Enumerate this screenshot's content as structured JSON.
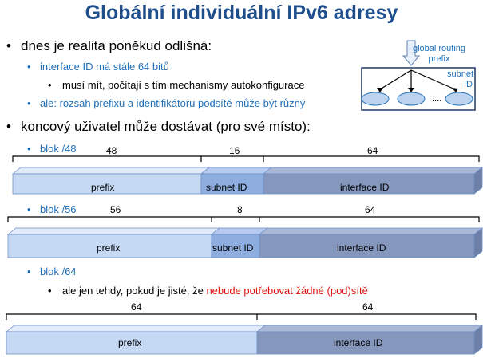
{
  "title": "Globální individuální IPv6 adresy",
  "bullets": {
    "b1": "dnes je realita poněkud odlišná:",
    "b1_1": "interface ID má stále 64 bitů",
    "b1_1_1": "musí mít, počítají s tím mechanismy autokonfigurace",
    "b1_2": "ale: rozsah prefixu a identifikátoru podsítě může být různý",
    "b2": "koncový uživatel může dostávat (pro své místo):",
    "b2_1": "blok /48",
    "b2_2": "blok /56",
    "b2_3": "blok /64",
    "b2_3_1_pre": "ale jen tehdy, pokud je jisté, že ",
    "b2_3_1_red": "nebude potřebovat žádné (pod)sítě"
  },
  "diagram": {
    "global_routing_line1": "global routing",
    "global_routing_line2": "prefix",
    "subnet_line1": "subnet",
    "subnet_line2": "ID",
    "ellipsis": "...."
  },
  "bars": {
    "b48": {
      "n1": "48",
      "n2": "16",
      "n3": "64",
      "s1": "prefix",
      "s2": "subnet ID",
      "s3": "interface ID"
    },
    "b56": {
      "n1": "56",
      "n2": "8",
      "n3": "64",
      "s1": "prefix",
      "s2": "subnet ID",
      "s3": "interface ID"
    },
    "b64": {
      "n1": "64",
      "n3": "64",
      "s1": "prefix",
      "s3": "interface ID"
    }
  },
  "colors": {
    "title": "#1f4e8c",
    "prefix": "#c5d9f5",
    "subnet": "#8eaee0",
    "iface": "#8597bd",
    "accent": "#1f6fb8",
    "warning": "#e01010"
  }
}
